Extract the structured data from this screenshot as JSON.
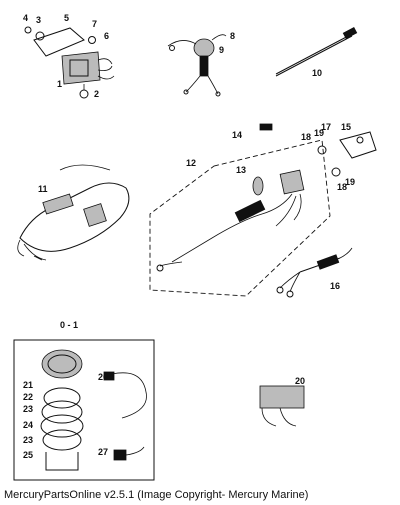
{
  "caption": "MercuryPartsOnline v2.5.1 (Image Copyright- Mercury Marine)",
  "callouts": {
    "p1": "1",
    "p2": "2",
    "p3": "3",
    "p4": "4",
    "p5": "5",
    "p6": "6",
    "p7": "7",
    "p8": "8",
    "p9": "9",
    "p10": "10",
    "p11": "11",
    "p12": "12",
    "p13": "13",
    "p14": "14",
    "p15": "15",
    "p16": "16",
    "p17": "17",
    "p18a": "18",
    "p18b": "18",
    "p19a": "19",
    "p19b": "19",
    "p20": "20",
    "p21": "21",
    "p22": "22",
    "p23a": "23",
    "p23b": "23",
    "p24": "24",
    "p25": "25",
    "p26": "26",
    "p27": "27",
    "p01": "0 - 1"
  },
  "colors": {
    "ink": "#111111",
    "paper": "#ffffff",
    "shade": "#bbbbbb"
  }
}
